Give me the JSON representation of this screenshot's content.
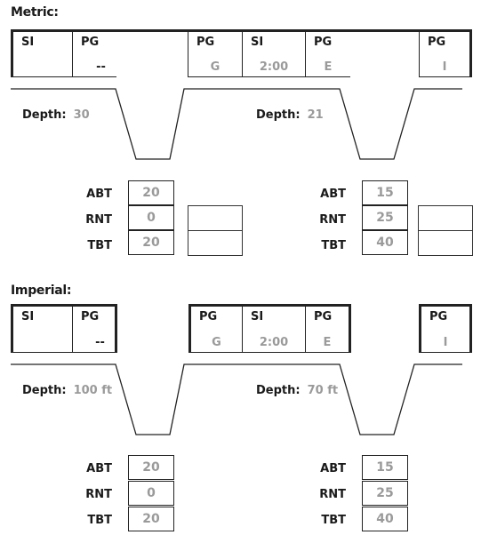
{
  "metric": {
    "title": "Metric:",
    "table": {
      "si1_label": "SI",
      "pg1_label": "PG",
      "pg1_value": "--",
      "pg2_label": "PG",
      "pg2_value": "G",
      "si2_label": "SI",
      "si2_value": "2:00",
      "pg3_label": "PG",
      "pg3_value": "E",
      "pg4_label": "PG",
      "pg4_value": "I"
    },
    "dive1": {
      "depth_label": "Depth:",
      "depth_value": "30",
      "abt_label": "ABT",
      "abt": "20",
      "rnt_label": "RNT",
      "rnt": "0",
      "tbt_label": "TBT",
      "tbt": "20"
    },
    "dive2": {
      "depth_label": "Depth:",
      "depth_value": "21",
      "abt_label": "ABT",
      "abt": "15",
      "rnt_label": "RNT",
      "rnt": "25",
      "tbt_label": "TBT",
      "tbt": "40"
    }
  },
  "imperial": {
    "title": "Imperial:",
    "table": {
      "si1_label": "SI",
      "pg1_label": "PG",
      "pg1_value": "--",
      "pg2_label": "PG",
      "pg2_value": "G",
      "si2_label": "SI",
      "si2_value": "2:00",
      "pg3_label": "PG",
      "pg3_value": "E",
      "pg4_label": "PG",
      "pg4_value": "I"
    },
    "dive1": {
      "depth_label": "Depth:",
      "depth_value": "100 ft",
      "abt_label": "ABT",
      "abt": "20",
      "rnt_label": "RNT",
      "rnt": "0",
      "tbt_label": "TBT",
      "tbt": "20"
    },
    "dive2": {
      "depth_label": "Depth:",
      "depth_value": "70 ft",
      "abt_label": "ABT",
      "abt": "15",
      "rnt_label": "RNT",
      "rnt": "25",
      "tbt_label": "TBT",
      "tbt": "40"
    }
  }
}
